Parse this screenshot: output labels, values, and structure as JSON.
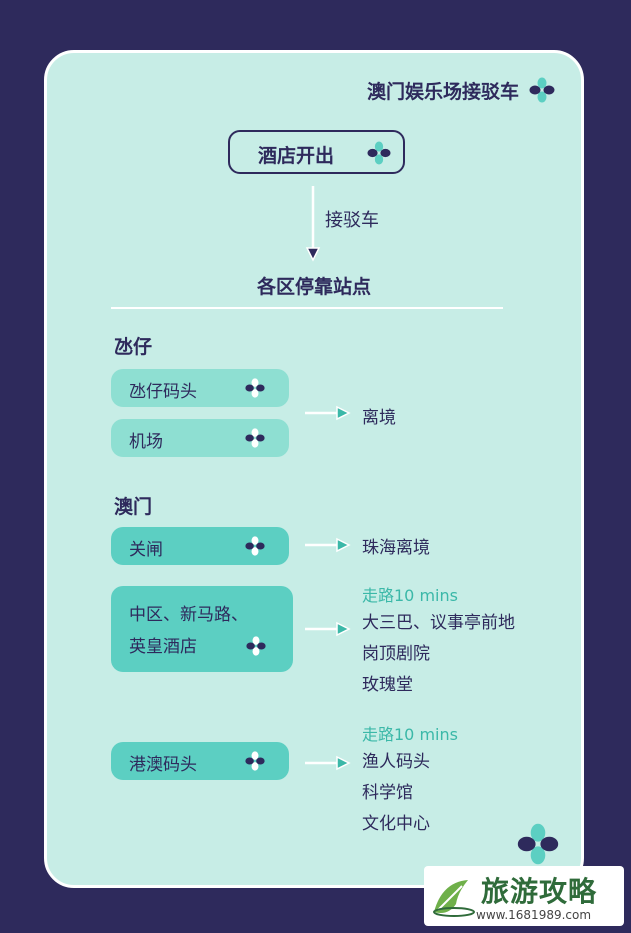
{
  "title": "澳门娱乐场接驳车",
  "hotel_box": "酒店开出",
  "shuttle_label": "接驳车",
  "heading": "各区停靠站点",
  "regions": [
    {
      "name": "氹仔",
      "stops": [
        "氹仔码头",
        "机场"
      ],
      "destination": "离境"
    },
    {
      "name": "澳门",
      "groups": [
        {
          "stop": "关闸",
          "destinations": [
            "珠海离境"
          ]
        },
        {
          "stop_lines": [
            "中区、新马路、",
            "英皇酒店"
          ],
          "walk": "走路10 mins",
          "destinations": [
            "大三巴、议事亭前地",
            "岗顶剧院",
            "玫瑰堂"
          ]
        },
        {
          "stop": "港澳码头",
          "walk": "走路10 mins",
          "destinations": [
            "渔人码头",
            "科学馆",
            "文化中心"
          ]
        }
      ]
    }
  ],
  "watermark": {
    "brand": "旅游攻略",
    "url": "www.1681989.com"
  },
  "colors": {
    "navy": "#2e2a5c",
    "card": "#c7ede6",
    "teal_light": "#8edfd2",
    "teal_dark": "#5ccfc2",
    "accent": "#3bb8a8"
  }
}
